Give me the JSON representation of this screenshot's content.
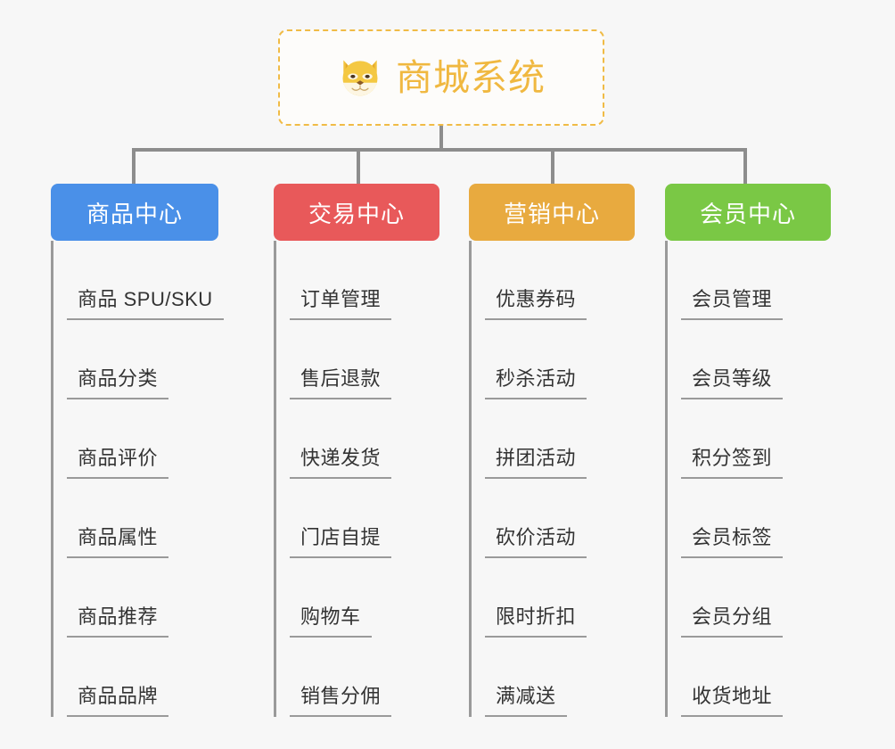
{
  "root": {
    "title": "商城系统",
    "icon": "shiba-dog-face-icon",
    "border_color": "#f0bb46",
    "text_color": "#f0b840"
  },
  "canvas": {
    "background": "#f7f7f7",
    "connector_color": "#8d8d8d",
    "leaf_line_color": "#9a9a9a"
  },
  "columns": [
    {
      "label": "商品中心",
      "color": "#4a90e8",
      "items": [
        "商品 SPU/SKU",
        "商品分类",
        "商品评价",
        "商品属性",
        "商品推荐",
        "商品品牌"
      ]
    },
    {
      "label": "交易中心",
      "color": "#e8595a",
      "items": [
        "订单管理",
        "售后退款",
        "快递发货",
        "门店自提",
        "购物车",
        "销售分佣"
      ]
    },
    {
      "label": "营销中心",
      "color": "#e8aa3f",
      "items": [
        "优惠券码",
        "秒杀活动",
        "拼团活动",
        "砍价活动",
        "限时折扣",
        "满减送"
      ]
    },
    {
      "label": "会员中心",
      "color": "#7ac845",
      "items": [
        "会员管理",
        "会员等级",
        "积分签到",
        "会员标签",
        "会员分组",
        "收货地址"
      ]
    }
  ]
}
